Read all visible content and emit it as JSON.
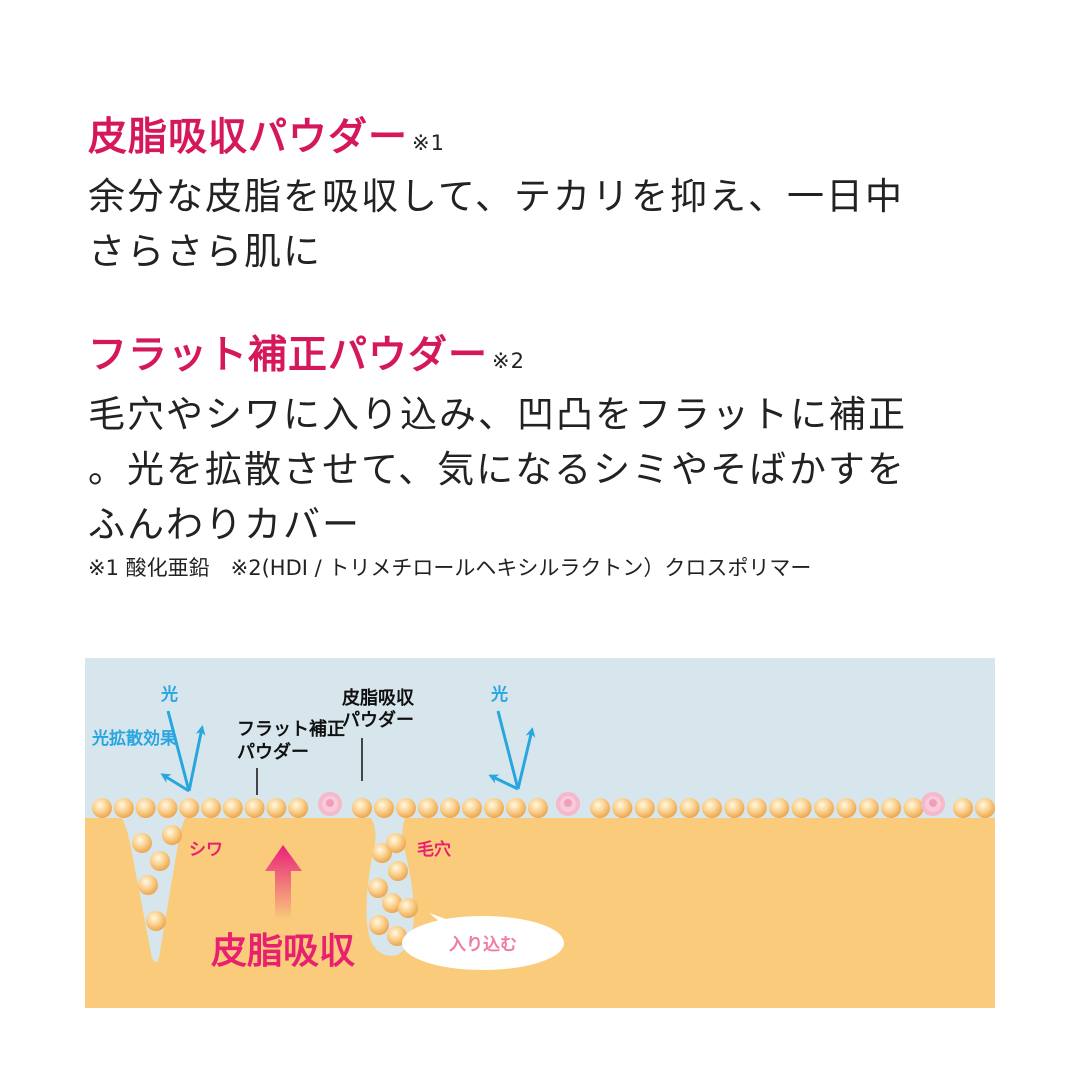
{
  "section1": {
    "heading": "皮脂吸収パウダー",
    "note": "※1",
    "lines": [
      "余分な皮脂を吸収して、テカリを抑え、一日中",
      "さらさら肌に"
    ]
  },
  "section2": {
    "heading": "フラット補正パウダー",
    "note": "※2",
    "lines": [
      "毛穴やシワに入り込み、凹凸をフラットに補正",
      "。光を拡散させて、気になるシミやそばかすを",
      "ふんわりカバー"
    ]
  },
  "footnote": "※1 酸化亜鉛　※2(HDI / トリメチロールヘキシルラクトン）クロスポリマー",
  "diagram": {
    "light_left": "光",
    "light_right": "光",
    "diffusion": "光拡散効果",
    "flat_powder": [
      "フラット補正",
      "パウダー"
    ],
    "sebum_powder": [
      "皮脂吸収",
      "パウダー"
    ],
    "wrinkle": "シワ",
    "pore": "毛穴",
    "absorb": "皮脂吸収",
    "bubble": "入り込む",
    "colors": {
      "sky": "#d7e6ed",
      "skin": "#f9cb7b",
      "pink": "#e8206f",
      "blue": "#2aa6df"
    }
  }
}
